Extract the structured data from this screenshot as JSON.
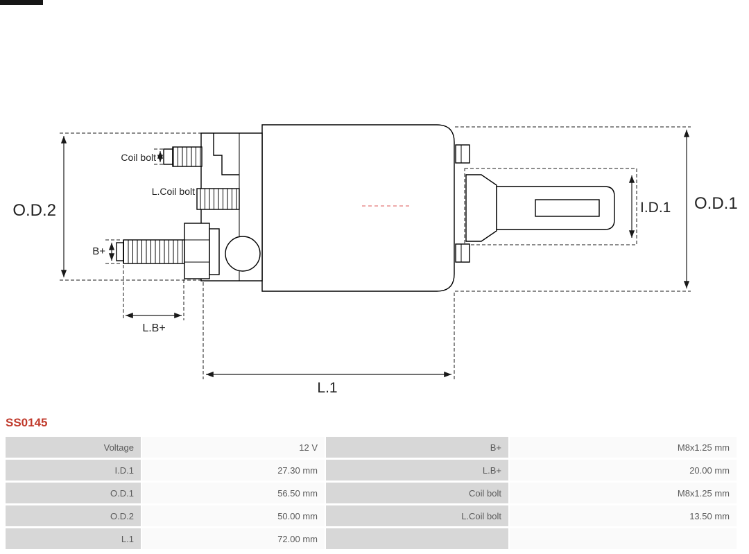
{
  "colors": {
    "accent_red": "#c0392b",
    "table_label_bg": "#d7d7d7",
    "table_value_bg": "#fafafa",
    "corner_bar": "#161616"
  },
  "part_number": "SS0145",
  "drawing": {
    "labels": {
      "od2": "O.D.2",
      "od1": "O.D.1",
      "id1": "I.D.1",
      "l1": "L.1",
      "lb_plus": "L.B+",
      "b_plus": "B+",
      "coil_bolt": "Coil bolt",
      "l_coil_bolt": "L.Coil bolt"
    }
  },
  "table": {
    "rows": [
      {
        "label1": "Voltage",
        "value1": "12 V",
        "label2": "B+",
        "value2": "M8x1.25 mm"
      },
      {
        "label1": "I.D.1",
        "value1": "27.30 mm",
        "label2": "L.B+",
        "value2": "20.00 mm"
      },
      {
        "label1": "O.D.1",
        "value1": "56.50 mm",
        "label2": "Coil bolt",
        "value2": "M8x1.25 mm"
      },
      {
        "label1": "O.D.2",
        "value1": "50.00 mm",
        "label2": "L.Coil bolt",
        "value2": "13.50 mm"
      },
      {
        "label1": "L.1",
        "value1": "72.00 mm",
        "label2": "",
        "value2": ""
      }
    ]
  }
}
